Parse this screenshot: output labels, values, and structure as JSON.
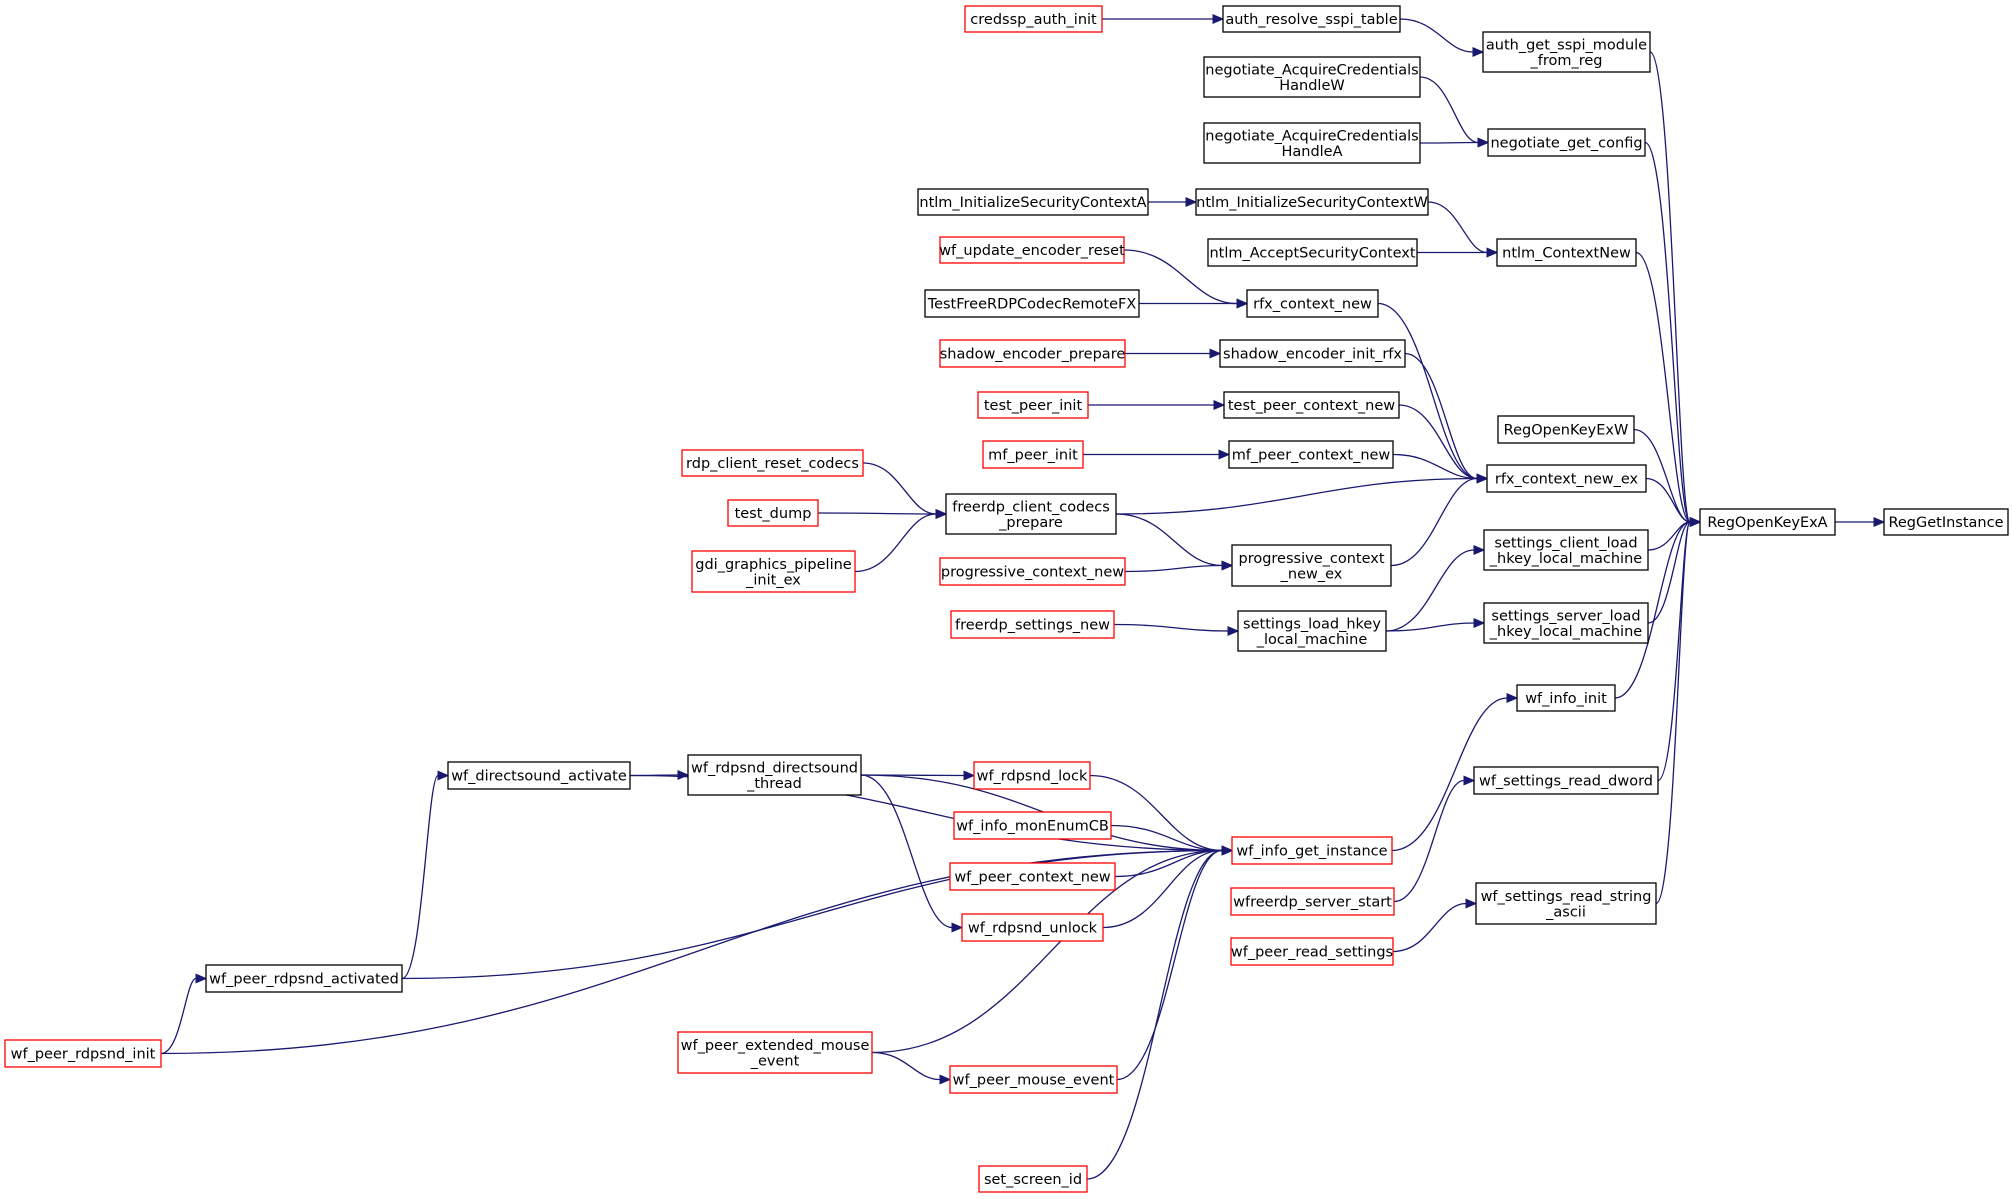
{
  "colors": {
    "edge": "#191970",
    "node_border_normal": "#000000",
    "node_border_truncated": "#ff0000",
    "node_fill": "#ffffff",
    "focus_fill": "#bfbfbf"
  },
  "graph": {
    "nodes": [
      {
        "id": "RegGetInstance",
        "lines": [
          "RegGetInstance"
        ],
        "style": "focus"
      },
      {
        "id": "RegOpenKeyExA",
        "lines": [
          "RegOpenKeyExA"
        ],
        "style": "normal"
      },
      {
        "id": "auth_get_sspi_module_from_reg",
        "lines": [
          "auth_get_sspi_module",
          "_from_reg"
        ],
        "style": "normal"
      },
      {
        "id": "negotiate_get_config",
        "lines": [
          "negotiate_get_config"
        ],
        "style": "normal"
      },
      {
        "id": "ntlm_ContextNew",
        "lines": [
          "ntlm_ContextNew"
        ],
        "style": "normal"
      },
      {
        "id": "RegOpenKeyExW",
        "lines": [
          "RegOpenKeyExW"
        ],
        "style": "normal"
      },
      {
        "id": "rfx_context_new_ex",
        "lines": [
          "rfx_context_new_ex"
        ],
        "style": "normal"
      },
      {
        "id": "settings_client_load_hkey_local_machine",
        "lines": [
          "settings_client_load",
          "_hkey_local_machine"
        ],
        "style": "normal"
      },
      {
        "id": "settings_server_load_hkey_local_machine",
        "lines": [
          "settings_server_load",
          "_hkey_local_machine"
        ],
        "style": "normal"
      },
      {
        "id": "wf_info_init",
        "lines": [
          "wf_info_init"
        ],
        "style": "normal"
      },
      {
        "id": "wf_settings_read_dword",
        "lines": [
          "wf_settings_read_dword"
        ],
        "style": "normal"
      },
      {
        "id": "wf_settings_read_string_ascii",
        "lines": [
          "wf_settings_read_string",
          "_ascii"
        ],
        "style": "normal"
      },
      {
        "id": "auth_resolve_sspi_table",
        "lines": [
          "auth_resolve_sspi_table"
        ],
        "style": "normal"
      },
      {
        "id": "credssp_auth_init",
        "lines": [
          "credssp_auth_init"
        ],
        "style": "truncated"
      },
      {
        "id": "negotiate_AcquireCredentialsHandleW",
        "lines": [
          "negotiate_AcquireCredentials",
          "HandleW"
        ],
        "style": "normal"
      },
      {
        "id": "negotiate_AcquireCredentialsHandleA",
        "lines": [
          "negotiate_AcquireCredentials",
          "HandleA"
        ],
        "style": "normal"
      },
      {
        "id": "ntlm_InitializeSecurityContextW",
        "lines": [
          "ntlm_InitializeSecurityContextW"
        ],
        "style": "normal"
      },
      {
        "id": "ntlm_InitializeSecurityContextA",
        "lines": [
          "ntlm_InitializeSecurityContextA"
        ],
        "style": "normal"
      },
      {
        "id": "ntlm_AcceptSecurityContext",
        "lines": [
          "ntlm_AcceptSecurityContext"
        ],
        "style": "normal"
      },
      {
        "id": "rfx_context_new",
        "lines": [
          "rfx_context_new"
        ],
        "style": "normal"
      },
      {
        "id": "wf_update_encoder_reset",
        "lines": [
          "wf_update_encoder_reset"
        ],
        "style": "truncated"
      },
      {
        "id": "TestFreeRDPCodecRemoteFX",
        "lines": [
          "TestFreeRDPCodecRemoteFX"
        ],
        "style": "normal"
      },
      {
        "id": "shadow_encoder_init_rfx",
        "lines": [
          "shadow_encoder_init_rfx"
        ],
        "style": "normal"
      },
      {
        "id": "shadow_encoder_prepare",
        "lines": [
          "shadow_encoder_prepare"
        ],
        "style": "truncated"
      },
      {
        "id": "test_peer_context_new",
        "lines": [
          "test_peer_context_new"
        ],
        "style": "normal"
      },
      {
        "id": "test_peer_init",
        "lines": [
          "test_peer_init"
        ],
        "style": "truncated"
      },
      {
        "id": "mf_peer_context_new",
        "lines": [
          "mf_peer_context_new"
        ],
        "style": "normal"
      },
      {
        "id": "mf_peer_init",
        "lines": [
          "mf_peer_init"
        ],
        "style": "truncated"
      },
      {
        "id": "freerdp_client_codecs_prepare",
        "lines": [
          "freerdp_client_codecs",
          "_prepare"
        ],
        "style": "normal"
      },
      {
        "id": "rdp_client_reset_codecs",
        "lines": [
          "rdp_client_reset_codecs"
        ],
        "style": "truncated"
      },
      {
        "id": "test_dump",
        "lines": [
          "test_dump"
        ],
        "style": "truncated"
      },
      {
        "id": "gdi_graphics_pipeline_init_ex",
        "lines": [
          "gdi_graphics_pipeline",
          "_init_ex"
        ],
        "style": "truncated"
      },
      {
        "id": "progressive_context_new_ex",
        "lines": [
          "progressive_context",
          "_new_ex"
        ],
        "style": "normal"
      },
      {
        "id": "progressive_context_new",
        "lines": [
          "progressive_context_new"
        ],
        "style": "truncated"
      },
      {
        "id": "settings_load_hkey_local_machine",
        "lines": [
          "settings_load_hkey",
          "_local_machine"
        ],
        "style": "normal"
      },
      {
        "id": "freerdp_settings_new",
        "lines": [
          "freerdp_settings_new"
        ],
        "style": "truncated"
      },
      {
        "id": "wf_info_get_instance",
        "lines": [
          "wf_info_get_instance"
        ],
        "style": "truncated"
      },
      {
        "id": "wf_directsound_activate",
        "lines": [
          "wf_directsound_activate"
        ],
        "style": "normal"
      },
      {
        "id": "wf_rdpsnd_directsound_thread",
        "lines": [
          "wf_rdpsnd_directsound",
          "_thread"
        ],
        "style": "normal"
      },
      {
        "id": "wf_rdpsnd_lock",
        "lines": [
          "wf_rdpsnd_lock"
        ],
        "style": "truncated"
      },
      {
        "id": "wf_info_monEnumCB",
        "lines": [
          "wf_info_monEnumCB"
        ],
        "style": "truncated"
      },
      {
        "id": "wf_peer_context_new",
        "lines": [
          "wf_peer_context_new"
        ],
        "style": "truncated"
      },
      {
        "id": "wf_rdpsnd_unlock",
        "lines": [
          "wf_rdpsnd_unlock"
        ],
        "style": "truncated"
      },
      {
        "id": "wf_peer_rdpsnd_activated",
        "lines": [
          "wf_peer_rdpsnd_activated"
        ],
        "style": "normal"
      },
      {
        "id": "wf_peer_rdpsnd_init",
        "lines": [
          "wf_peer_rdpsnd_init"
        ],
        "style": "truncated"
      },
      {
        "id": "wf_peer_extended_mouse_event",
        "lines": [
          "wf_peer_extended_mouse",
          "_event"
        ],
        "style": "truncated"
      },
      {
        "id": "wf_peer_mouse_event",
        "lines": [
          "wf_peer_mouse_event"
        ],
        "style": "truncated"
      },
      {
        "id": "set_screen_id",
        "lines": [
          "set_screen_id"
        ],
        "style": "truncated"
      },
      {
        "id": "wfreerdp_server_start",
        "lines": [
          "wfreerdp_server_start"
        ],
        "style": "truncated"
      },
      {
        "id": "wf_peer_read_settings",
        "lines": [
          "wf_peer_read_settings"
        ],
        "style": "truncated"
      }
    ],
    "edges": [
      {
        "from": "RegOpenKeyExA",
        "to": "RegGetInstance"
      },
      {
        "from": "auth_get_sspi_module_from_reg",
        "to": "RegOpenKeyExA"
      },
      {
        "from": "negotiate_get_config",
        "to": "RegOpenKeyExA"
      },
      {
        "from": "ntlm_ContextNew",
        "to": "RegOpenKeyExA"
      },
      {
        "from": "RegOpenKeyExW",
        "to": "RegOpenKeyExA"
      },
      {
        "from": "rfx_context_new_ex",
        "to": "RegOpenKeyExA"
      },
      {
        "from": "settings_client_load_hkey_local_machine",
        "to": "RegOpenKeyExA"
      },
      {
        "from": "settings_server_load_hkey_local_machine",
        "to": "RegOpenKeyExA"
      },
      {
        "from": "wf_info_init",
        "to": "RegOpenKeyExA"
      },
      {
        "from": "wf_settings_read_dword",
        "to": "RegOpenKeyExA"
      },
      {
        "from": "wf_settings_read_string_ascii",
        "to": "RegOpenKeyExA"
      },
      {
        "from": "auth_resolve_sspi_table",
        "to": "auth_get_sspi_module_from_reg"
      },
      {
        "from": "credssp_auth_init",
        "to": "auth_resolve_sspi_table"
      },
      {
        "from": "negotiate_AcquireCredentialsHandleW",
        "to": "negotiate_get_config"
      },
      {
        "from": "negotiate_AcquireCredentialsHandleA",
        "to": "negotiate_get_config"
      },
      {
        "from": "ntlm_InitializeSecurityContextW",
        "to": "ntlm_ContextNew"
      },
      {
        "from": "ntlm_AcceptSecurityContext",
        "to": "ntlm_ContextNew"
      },
      {
        "from": "ntlm_InitializeSecurityContextA",
        "to": "ntlm_InitializeSecurityContextW"
      },
      {
        "from": "rfx_context_new",
        "to": "rfx_context_new_ex"
      },
      {
        "from": "shadow_encoder_init_rfx",
        "to": "rfx_context_new_ex"
      },
      {
        "from": "test_peer_context_new",
        "to": "rfx_context_new_ex"
      },
      {
        "from": "mf_peer_context_new",
        "to": "rfx_context_new_ex"
      },
      {
        "from": "freerdp_client_codecs_prepare",
        "to": "rfx_context_new_ex"
      },
      {
        "from": "progressive_context_new_ex",
        "to": "rfx_context_new_ex"
      },
      {
        "from": "wf_update_encoder_reset",
        "to": "rfx_context_new"
      },
      {
        "from": "TestFreeRDPCodecRemoteFX",
        "to": "rfx_context_new"
      },
      {
        "from": "shadow_encoder_prepare",
        "to": "shadow_encoder_init_rfx"
      },
      {
        "from": "test_peer_init",
        "to": "test_peer_context_new"
      },
      {
        "from": "mf_peer_init",
        "to": "mf_peer_context_new"
      },
      {
        "from": "rdp_client_reset_codecs",
        "to": "freerdp_client_codecs_prepare"
      },
      {
        "from": "test_dump",
        "to": "freerdp_client_codecs_prepare"
      },
      {
        "from": "gdi_graphics_pipeline_init_ex",
        "to": "freerdp_client_codecs_prepare"
      },
      {
        "from": "freerdp_client_codecs_prepare",
        "to": "progressive_context_new_ex"
      },
      {
        "from": "progressive_context_new",
        "to": "progressive_context_new_ex"
      },
      {
        "from": "settings_load_hkey_local_machine",
        "to": "settings_client_load_hkey_local_machine"
      },
      {
        "from": "settings_load_hkey_local_machine",
        "to": "settings_server_load_hkey_local_machine"
      },
      {
        "from": "freerdp_settings_new",
        "to": "settings_load_hkey_local_machine"
      },
      {
        "from": "wf_info_get_instance",
        "to": "wf_info_init"
      },
      {
        "from": "wfreerdp_server_start",
        "to": "wf_settings_read_dword"
      },
      {
        "from": "wf_peer_read_settings",
        "to": "wf_settings_read_string_ascii"
      },
      {
        "from": "wf_directsound_activate",
        "to": "wf_info_get_instance"
      },
      {
        "from": "wf_rdpsnd_directsound_thread",
        "to": "wf_info_get_instance"
      },
      {
        "from": "wf_rdpsnd_lock",
        "to": "wf_info_get_instance"
      },
      {
        "from": "wf_info_monEnumCB",
        "to": "wf_info_get_instance"
      },
      {
        "from": "wf_peer_context_new",
        "to": "wf_info_get_instance"
      },
      {
        "from": "wf_rdpsnd_unlock",
        "to": "wf_info_get_instance"
      },
      {
        "from": "wf_peer_rdpsnd_activated",
        "to": "wf_info_get_instance"
      },
      {
        "from": "wf_peer_rdpsnd_init",
        "to": "wf_info_get_instance"
      },
      {
        "from": "wf_peer_extended_mouse_event",
        "to": "wf_info_get_instance"
      },
      {
        "from": "wf_peer_mouse_event",
        "to": "wf_info_get_instance"
      },
      {
        "from": "set_screen_id",
        "to": "wf_info_get_instance"
      },
      {
        "from": "wf_directsound_activate",
        "to": "wf_rdpsnd_directsound_thread"
      },
      {
        "from": "wf_rdpsnd_directsound_thread",
        "to": "wf_rdpsnd_lock"
      },
      {
        "from": "wf_rdpsnd_directsound_thread",
        "to": "wf_rdpsnd_unlock"
      },
      {
        "from": "wf_peer_rdpsnd_activated",
        "to": "wf_directsound_activate"
      },
      {
        "from": "wf_peer_rdpsnd_init",
        "to": "wf_peer_rdpsnd_activated"
      },
      {
        "from": "wf_peer_extended_mouse_event",
        "to": "wf_peer_mouse_event"
      }
    ]
  }
}
